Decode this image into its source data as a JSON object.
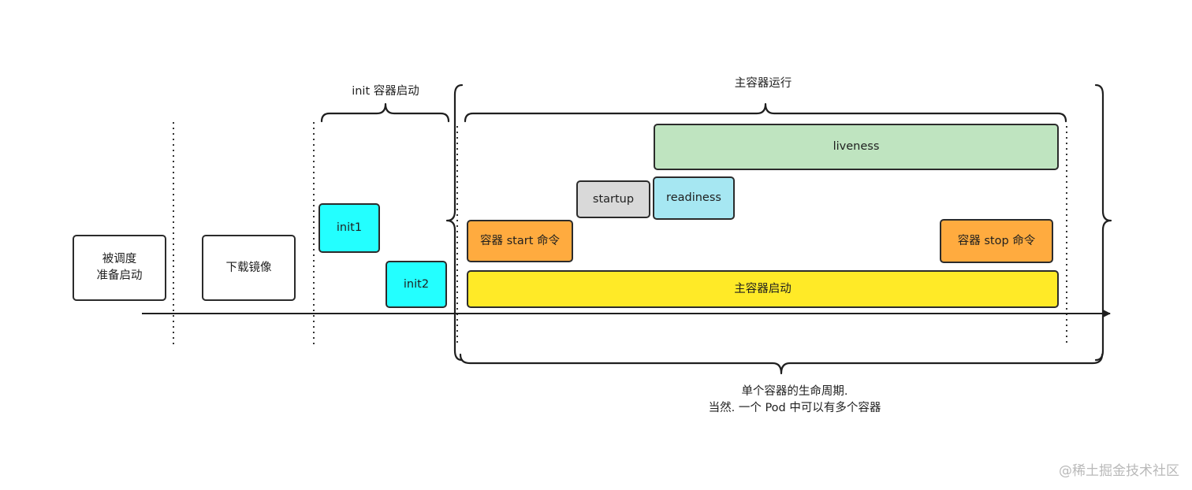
{
  "labels": {
    "init_phase": "init 容器启动",
    "main_phase": "主容器运行",
    "lifecycle_note": "单个容器的生命周期.\n当然. 一个 Pod 中可以有多个容器"
  },
  "boxes": {
    "scheduled": "被调度\n准备启动",
    "pull_image": "下载镜像",
    "init1": "init1",
    "init2": "init2",
    "start_cmd": "容器 start 命令",
    "startup": "startup",
    "readiness": "readiness",
    "liveness": "liveness",
    "stop_cmd": "容器 stop 命令",
    "main_start": "主容器启动"
  },
  "colors": {
    "init": "#23ffff",
    "cmd": "#ffab3f",
    "startup": "#d9d9d9",
    "readiness": "#a6e7f2",
    "liveness": "#bfe4c0",
    "main_start": "#ffea27",
    "white": "#ffffff"
  },
  "watermark": "@稀土掘金技术社区"
}
